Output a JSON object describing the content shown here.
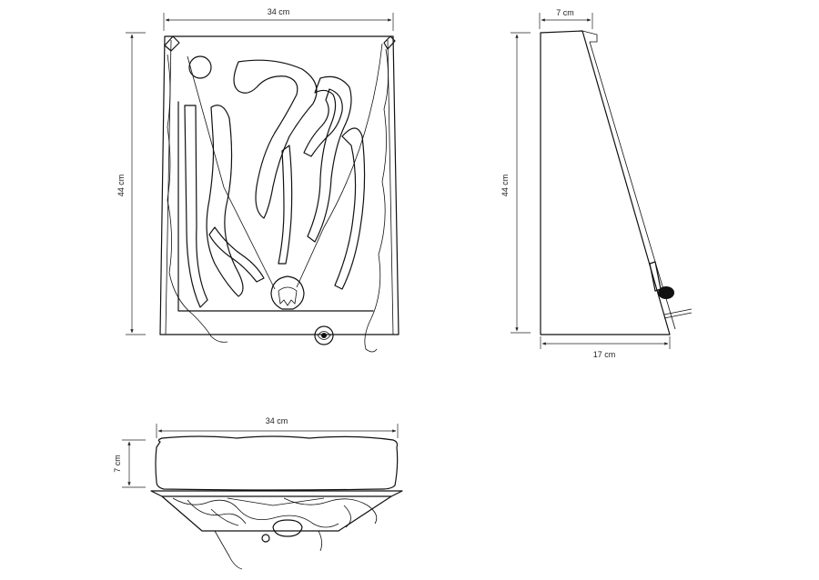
{
  "front_view": {
    "width_label": "34 cm",
    "height_label": "44 cm"
  },
  "side_view": {
    "depth_top_label": "7 cm",
    "height_label": "44 cm",
    "depth_bottom_label": "17 cm"
  },
  "top_view": {
    "width_label": "34 cm",
    "depth_label": "7 cm"
  }
}
